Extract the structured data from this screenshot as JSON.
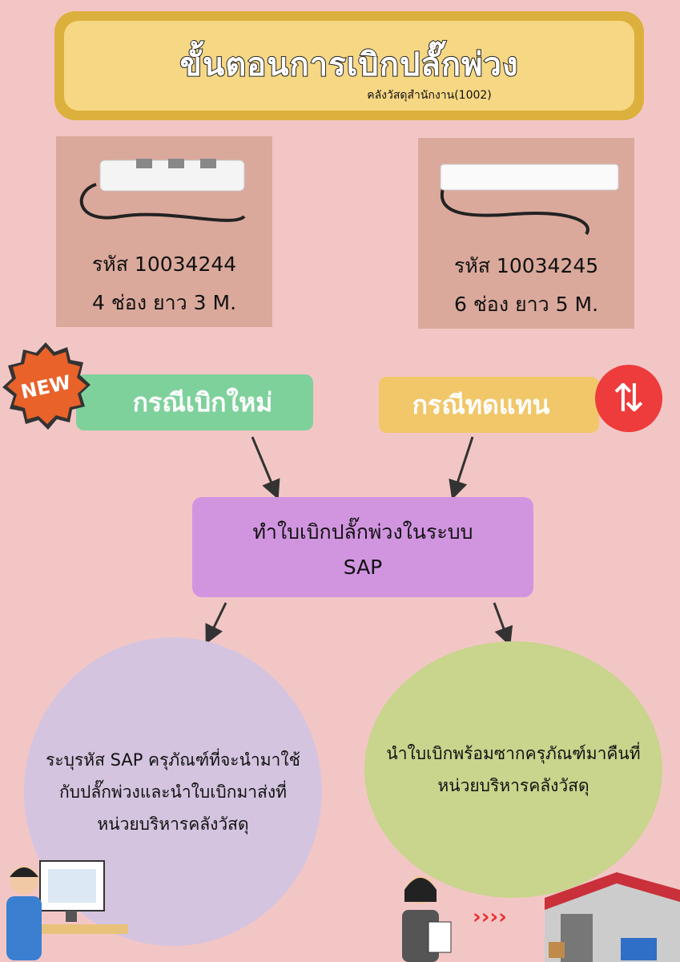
{
  "header": {
    "title": "ขั้นตอนการเบิกปลั๊กพ่วง",
    "subtitle": "คลังวัสดุสำนักงาน(1002)"
  },
  "products": [
    {
      "code": "รหัส 10034244",
      "spec": "4 ช่อง ยาว 3 M."
    },
    {
      "code": "รหัส 10034245",
      "spec": "6 ช่อง ยาว 5 M."
    }
  ],
  "cases": {
    "new_badge": "NEW",
    "new_label": "กรณีเบิกใหม่",
    "replace_label": "กรณีทดแทน"
  },
  "step": {
    "line1": "ทำใบเบิกปลั๊กพ่วงในระบบ",
    "line2": "SAP"
  },
  "outcomes": {
    "left": "ระบุรหัส SAP ครุภัณฑ์ที่จะนำมาใช้กับปลั๊กพ่วงและนำใบเบิกมาส่งที่หน่วยบริหารคลังวัสดุ",
    "right": "นำใบเบิกพร้อมซากครุภัณฑ์มาคืนที่หน่วยบริหารคลังวัสดุ"
  },
  "colors": {
    "background": "#f3c6c6",
    "banner": "#dcb03c",
    "green": "#7fd19c",
    "yellow": "#f1c76a",
    "purple": "#d195e0",
    "red": "#ee3b3b",
    "orange": "#e8622a"
  }
}
